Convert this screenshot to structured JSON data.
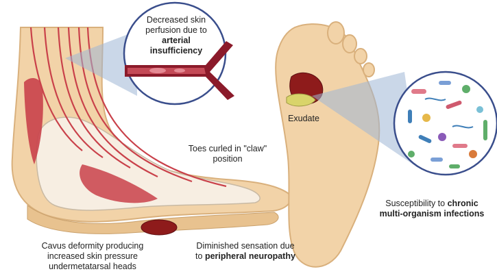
{
  "labels": {
    "perfusion": {
      "line1": "Decreased skin",
      "line2": "perfusion due to",
      "bold1": "arterial",
      "bold2": "insufficiency"
    },
    "toes": {
      "line1": "Toes curled in \"claw\"",
      "line2": "position"
    },
    "exudate": "Exudate",
    "infection": {
      "prefix": "Susceptibility to ",
      "bold1": "chronic",
      "bold2": "multi-organism infections"
    },
    "cavus": {
      "line1": "Cavus deformity producing",
      "line2": "increased skin pressure",
      "line3": "undermetatarsal heads"
    },
    "sensation": {
      "line1": "Diminished sensation due",
      "prefix2": "to ",
      "bold": "peripheral neuropathy"
    }
  },
  "colors": {
    "skin": "#f2d3a8",
    "skin_outline": "#d9b07c",
    "muscle": "#c9414a",
    "vessel": "#8b1a2a",
    "wound": "#8e1b1b",
    "pus": "#d9d46a",
    "cone": "#9fb6d6",
    "circle_stroke": "#3a4e8c"
  }
}
